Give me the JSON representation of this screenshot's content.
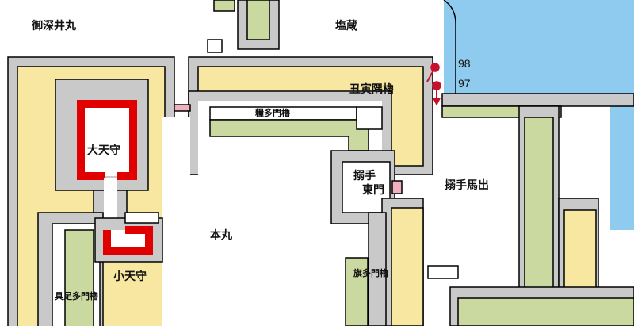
{
  "colors": {
    "wall": "#c9c9c9",
    "yellow": "#f7e7a1",
    "green": "#c9d9a0",
    "water": "#8fcbee",
    "keep": "#e00000",
    "gate": "#f0b0c0",
    "marker": "#c8102e"
  },
  "labels": {
    "ofukei_maru": "御深井丸",
    "shiogura": "塩蔵",
    "num_98": "98",
    "num_97": "97",
    "ushitora_sumi_yagura": "丑寅隅櫓",
    "kate_tamon_yagura": "糧多門櫓",
    "dai_tenshu": "大天守",
    "karamete_higashimon_1": "搦手",
    "karamete_higashimon_2": "東門",
    "karamete_umadashi": "搦手馬出",
    "honmaru": "本丸",
    "sho_tenshu": "小天守",
    "hata_tamon_yagura": "旗多門櫓",
    "gusoku_tamon_yagura": "具足多門櫓"
  }
}
